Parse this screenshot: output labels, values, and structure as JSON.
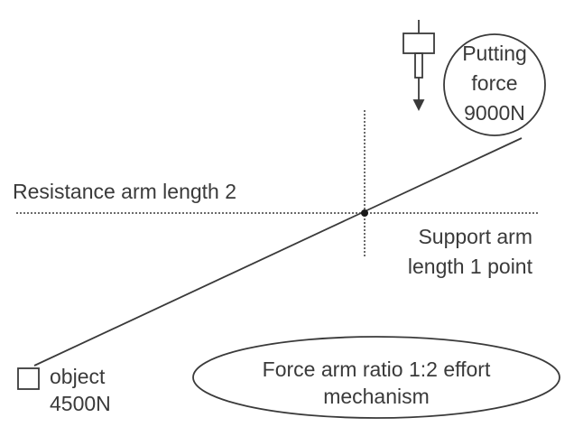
{
  "labels": {
    "resistance_arm": "Resistance arm length 2",
    "support_arm_line1": "Support arm",
    "support_arm_line2": "length 1 point",
    "putting_force_line1": "Putting",
    "putting_force_line2": "force",
    "putting_force_line3": "9000N",
    "object_line1": "object",
    "object_line2": "4500N",
    "ratio_line1": "Force arm ratio 1:2 effort",
    "ratio_line2": "mechanism"
  },
  "colors": {
    "stroke": "#3a3a3a",
    "text": "#3a3a3a",
    "background": "#ffffff"
  },
  "icons": {
    "actuator": "piston-actuator-icon",
    "object": "object-box-icon",
    "fulcrum": "fulcrum-point-icon"
  }
}
